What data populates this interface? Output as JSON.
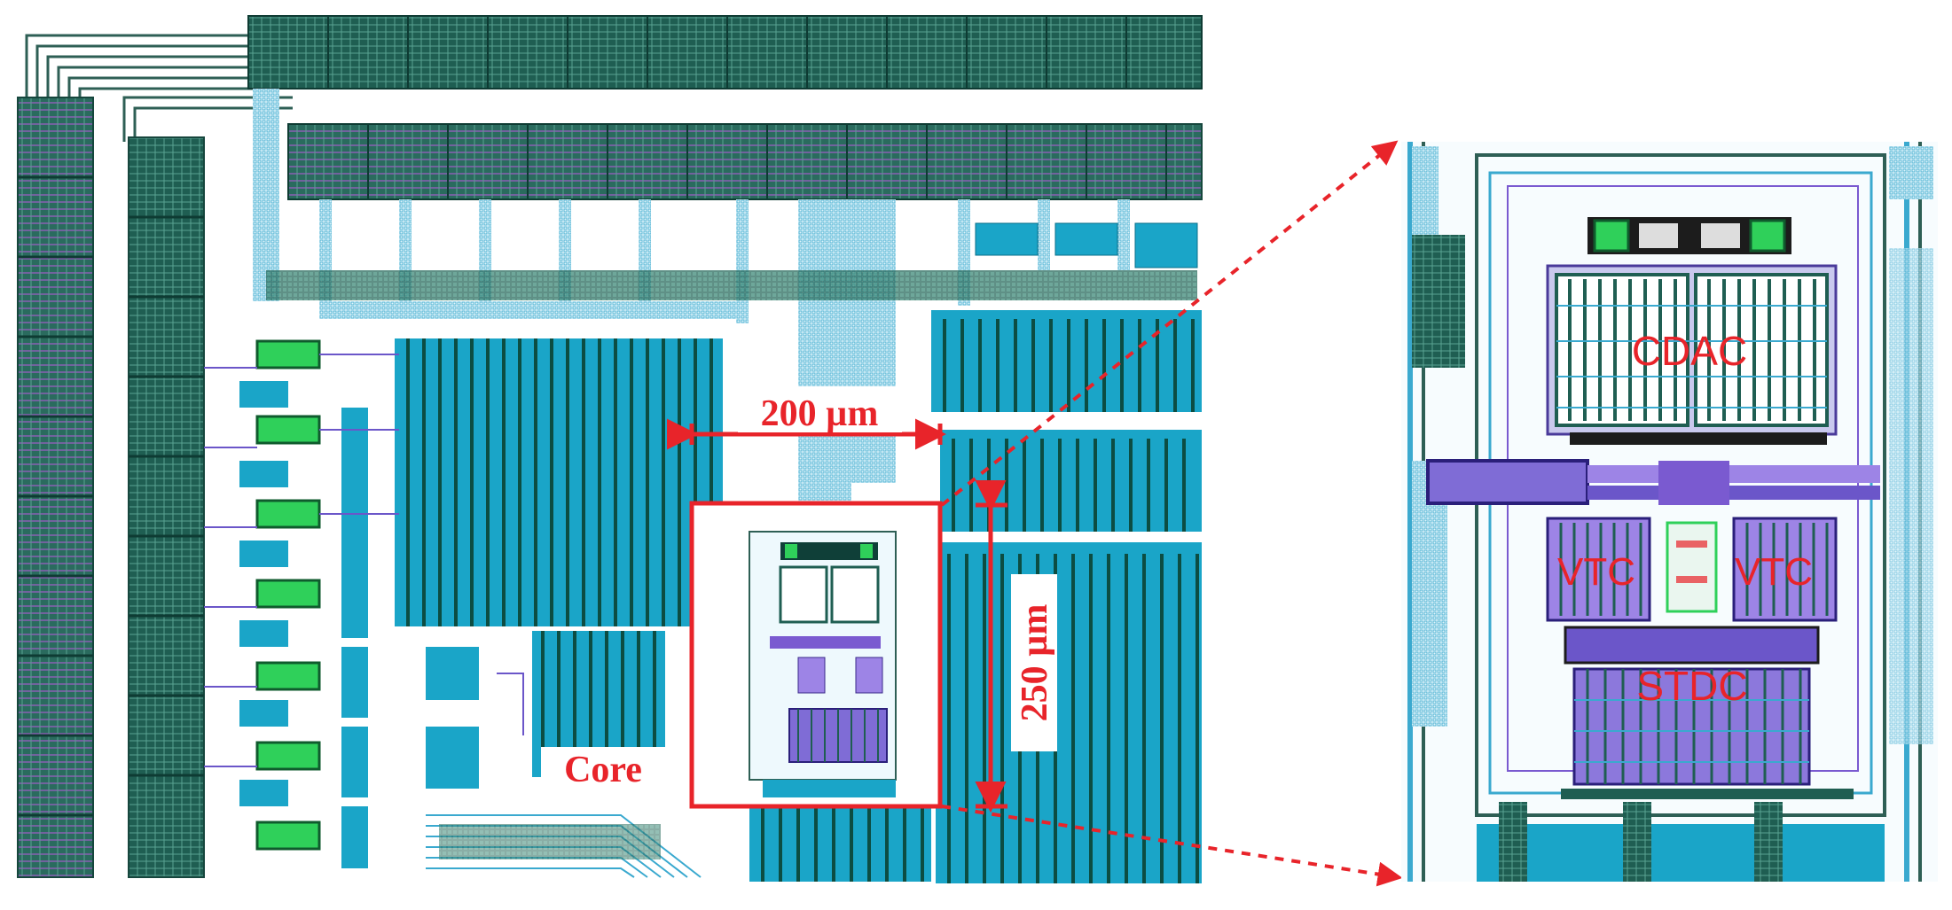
{
  "figure": {
    "left_panel": {
      "dimension_width": "200 µm",
      "dimension_height": "250 µm",
      "core_label": "Core"
    },
    "right_panel": {
      "block_cdac": "CDAC",
      "block_vtc_left": "VTC",
      "block_vtc_right": "VTC",
      "block_stdc": "STDC"
    }
  },
  "colors": {
    "metal_cyan": "#1aa5c8",
    "cell_dark": "#1d5a4f",
    "via_light": "#8fd3ea",
    "purple": "#7a5ad0",
    "annotation_red": "#e8242a",
    "green": "#2fd05a"
  }
}
